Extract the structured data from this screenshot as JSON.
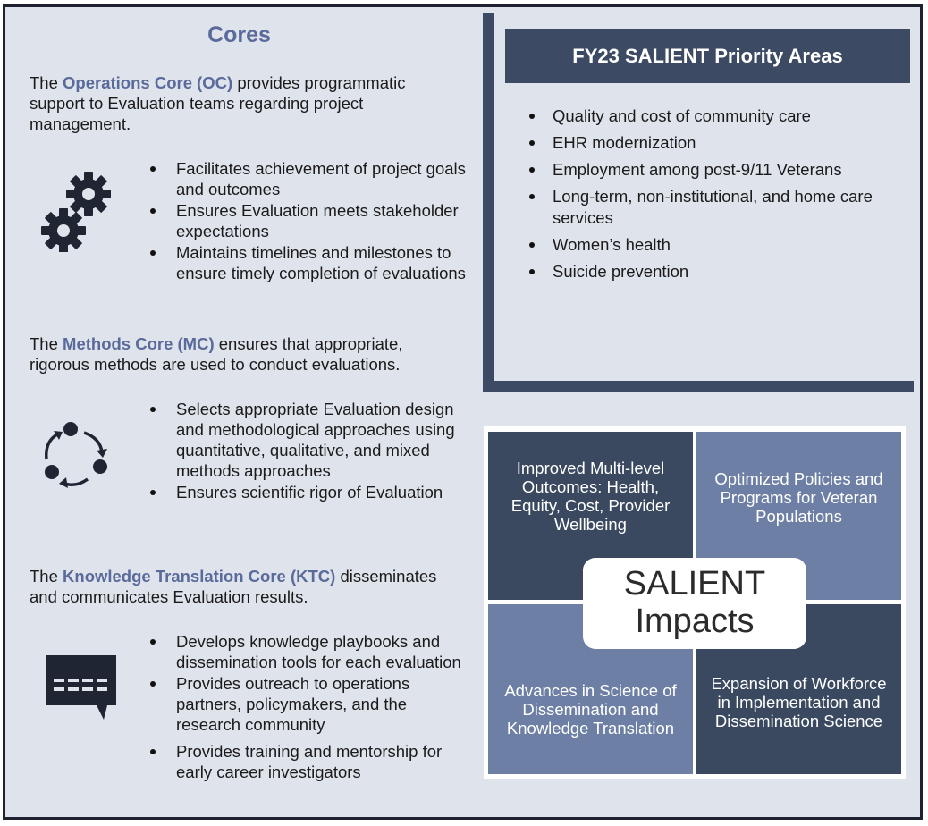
{
  "cores": {
    "title": "Cores",
    "oc": {
      "prefix": "The ",
      "name": "Operations Core (OC)",
      "suffix": " provides programmatic support to Evaluation teams regarding project management.",
      "icon": "gears-icon",
      "bullets": [
        "Facilitates achievement of project goals and outcomes",
        "Ensures Evaluation meets stakeholder expectations",
        "Maintains timelines and milestones to ensure timely completion of evaluations"
      ]
    },
    "mc": {
      "prefix": "The ",
      "name": "Methods Core (MC)",
      "suffix": " ensures that appropriate, rigorous methods are used to conduct evaluations.",
      "icon": "cycle-icon",
      "bullets": [
        "Selects appropriate Evaluation design and methodological approaches using quantitative, qualitative, and mixed methods approaches",
        "Ensures scientific rigor of Evaluation"
      ]
    },
    "ktc": {
      "prefix": "The ",
      "name": "Knowledge Translation Core (KTC)",
      "suffix": " disseminates and communicates Evaluation results.",
      "icon": "chat-bubble-icon",
      "bullets": [
        "Develops knowledge playbooks and dissemination tools for each evaluation",
        "Provides outreach to operations partners, policymakers, and the research community",
        "Provides training and mentorship for early career investigators"
      ]
    }
  },
  "priorities": {
    "title": "FY23 SALIENT Priority Areas",
    "items": [
      "Quality and cost of community care",
      "EHR modernization",
      "Employment among post-9/11 Veterans",
      "Long-term, non-institutional, and home care services",
      "Women’s health",
      "Suicide prevention"
    ]
  },
  "impacts": {
    "center_line1": "SALIENT",
    "center_line2": "Impacts",
    "top_left": "Improved Multi-level Outcomes: Health, Equity, Cost, Provider Wellbeing",
    "top_right": "Optimized Policies and Programs for Veteran Populations",
    "bottom_left": "Advances in Science of Dissemination and Knowledge Translation",
    "bottom_right": "Expansion of Workforce in Implementation and Dissemination Science"
  },
  "colors": {
    "accent_text": "#5a6a9a",
    "dark_navy": "#3c4a63",
    "slate_blue": "#6d7fa5",
    "background": "#dfe3ec"
  }
}
